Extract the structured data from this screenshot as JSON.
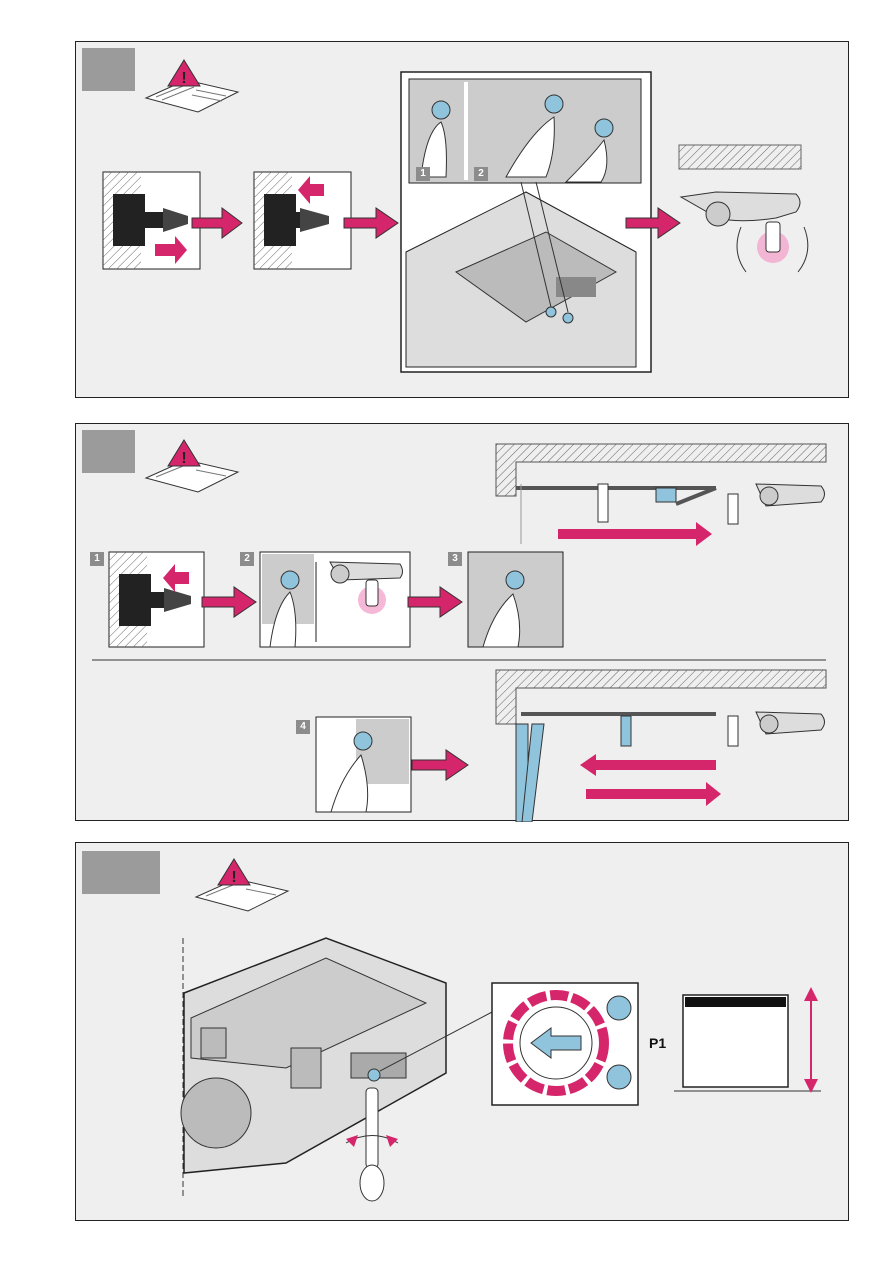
{
  "sections": [
    {
      "steps": []
    },
    {
      "steps": [
        "1",
        "2",
        "3",
        "4"
      ]
    },
    {
      "steps": []
    }
  ],
  "zoom_steps": [
    "1",
    "2"
  ],
  "potentiometer": {
    "label": "P1"
  },
  "colors": {
    "accent": "#d6266b",
    "panel": "#efefef",
    "tab": "#9b9b9b",
    "button": "#8fc4dc"
  }
}
